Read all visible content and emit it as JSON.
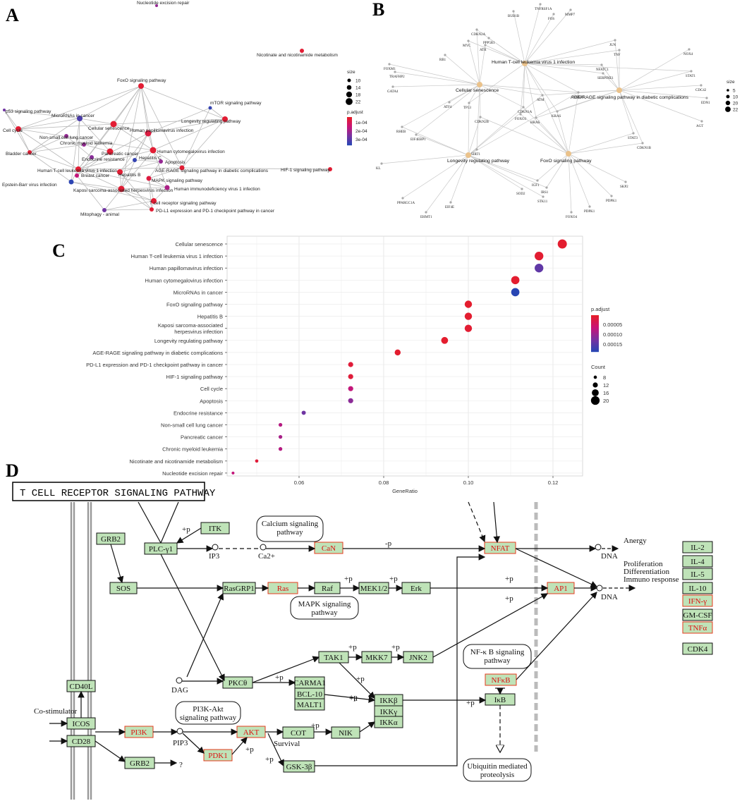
{
  "panels": {
    "a": "A",
    "b": "B",
    "c": "C",
    "d": "D"
  },
  "panel_a": {
    "legend_size_title": "size",
    "legend_sizes": [
      "10",
      "14",
      "18",
      "22"
    ],
    "legend_p_title": "p.adjust",
    "legend_p_ticks": [
      "1e-04",
      "2e-04",
      "3e-04"
    ],
    "nodes": [
      "Nucleotide excision repair",
      "Nicotinate and nicotinamide metabolism",
      "FoxO signaling pathway",
      "mTOR signaling pathway",
      "p53 signaling pathway",
      "MicroRNAs in cancer",
      "Longevity regulating pathway",
      "Cell cycle",
      "Cellular senescence",
      "Non-small cell lung cancer",
      "Human papillomavirus infection",
      "Chronic myeloid leukemia",
      "Bladder cancer",
      "Endocrine resistance",
      "Pancreatic cancer",
      "Human cytomegalovirus infection",
      "Hepatitis C",
      "Apoptosis",
      "AGE-RAGE signaling pathway in diabetic complications",
      "Human T-cell leukemia virus 1 infection",
      "Hepatitis B",
      "HIF-1 signaling pathway",
      "Breast cancer",
      "MAPK signaling pathway",
      "Epstein-Barr virus infection",
      "Kaposi sarcoma-associated herpesvirus infection",
      "Human immunodeficiency virus 1 infection",
      "T cell receptor signaling pathway",
      "Mitophagy - animal",
      "PD-L1 expression and PD-1 checkpoint pathway in cancer"
    ]
  },
  "panel_b": {
    "legend_size_title": "size",
    "legend_sizes": [
      "5",
      "10",
      "20",
      "22"
    ],
    "pathways": [
      "Human T-cell leukemia virus 1 infection",
      "Cellular senescence",
      "AGE/RAGE signaling pathway in diabetic complications",
      "Longevity regulating pathway",
      "FoxO signaling pathway"
    ],
    "genes": [
      "BUB1B",
      "TNFRSF1A",
      "FOS",
      "MMP7",
      "CDKN2A",
      "PPP5R1",
      "MYC",
      "ATR",
      "JUN",
      "TNF",
      "NOX4",
      "RB1",
      "NFATC1",
      "SERPINE1",
      "STAT1",
      "FOXM1",
      "TRAFHP2",
      "CDC42",
      "EDN1",
      "GATA4",
      "NFKB1",
      "ATM",
      "TP53",
      "ATF4",
      "CDKN2B",
      "CDKN1A",
      "KRAS",
      "AGT",
      "RHEB",
      "FOXO3",
      "HRAS",
      "EIF4EBP1",
      "STAT3",
      "CDKN1B",
      "SIRT1",
      "KL",
      "IGF1",
      "SOD2",
      "IRS1",
      "SKP2",
      "PPARGC1A",
      "STK11",
      "PDPK1",
      "EHMT1",
      "EIF4E",
      "PDPK1",
      "FOXO4"
    ]
  },
  "chart_data": {
    "type": "scatter",
    "xlabel": "GeneRatio",
    "ylabel": "",
    "xlim": [
      0.043,
      0.127
    ],
    "xticks": [
      "0.06",
      "0.08",
      "0.10",
      "0.12"
    ],
    "color_legend_title": "p.adjust",
    "color_legend_ticks": [
      "0.00005",
      "0.00010",
      "0.00015"
    ],
    "size_legend_title": "Count",
    "size_legend_values": [
      "8",
      "12",
      "16",
      "20"
    ],
    "grid": true,
    "points": [
      {
        "label": "Cellular senescence",
        "x": 0.1222,
        "count": 21,
        "p": 5e-06
      },
      {
        "label": "Human T-cell leukemia virus 1 infection",
        "x": 0.1167,
        "count": 20,
        "p": 7e-06
      },
      {
        "label": "Human papillomavirus infection",
        "x": 0.1167,
        "count": 20,
        "p": 0.00013
      },
      {
        "label": "Human cytomegalovirus infection",
        "x": 0.1111,
        "count": 19,
        "p": 6e-06
      },
      {
        "label": "MicroRNAs in cancer",
        "x": 0.1111,
        "count": 19,
        "p": 0.00017
      },
      {
        "label": "FoxO signaling pathway",
        "x": 0.1,
        "count": 17,
        "p": 4e-06
      },
      {
        "label": "Hepatitis B",
        "x": 0.1,
        "count": 17,
        "p": 6e-06
      },
      {
        "label": "Kaposi sarcoma-associated\nherpesvirus infection",
        "x": 0.1,
        "count": 17,
        "p": 8e-06
      },
      {
        "label": "Longevity regulating pathway",
        "x": 0.0944,
        "count": 16,
        "p": 4e-06
      },
      {
        "label": "AGE-RAGE signaling pathway in diabetic complications",
        "x": 0.0833,
        "count": 14,
        "p": 5e-06
      },
      {
        "label": "PD-L1 expression and PD-1 checkpoint pathway in cancer",
        "x": 0.0722,
        "count": 12,
        "p": 1.2e-05
      },
      {
        "label": "HIF-1 signaling pathway",
        "x": 0.0722,
        "count": 12,
        "p": 1.3e-05
      },
      {
        "label": "Cell cycle",
        "x": 0.0722,
        "count": 12,
        "p": 6e-05
      },
      {
        "label": "Apoptosis",
        "x": 0.0722,
        "count": 12,
        "p": 0.0001
      },
      {
        "label": "Endocrine resistance",
        "x": 0.0611,
        "count": 10,
        "p": 0.00012
      },
      {
        "label": "Non-small cell lung cancer",
        "x": 0.0556,
        "count": 9,
        "p": 7e-05
      },
      {
        "label": "Pancreatic cancer",
        "x": 0.0556,
        "count": 9,
        "p": 8e-05
      },
      {
        "label": "Chronic myeloid leukemia",
        "x": 0.0556,
        "count": 9,
        "p": 7e-05
      },
      {
        "label": "Nicotinate and nicotinamide metabolism",
        "x": 0.05,
        "count": 8,
        "p": 1.2e-05
      },
      {
        "label": "Nucleotide excision repair",
        "x": 0.0444,
        "count": 7,
        "p": 6e-05
      }
    ]
  },
  "panel_d": {
    "title": "T CELL RECEPTOR SIGNALING PATHWAY",
    "calcium": "Calcium signaling\npathway",
    "mapk": "MAPK signaling\npathway",
    "nfkb_path": "NF-κ B signaling\npathway",
    "pi3k_path": "PI3K-Akt\nsignaling pathway",
    "ubiq": "Ubiquitin mediated\nproteolysis",
    "costim": "Co-stimulator",
    "survival": "Survival",
    "anergy": "Anergy",
    "prolif": "Proliferation\nDifferentiation\nImmuno response",
    "dna1": "DNA",
    "dna2": "DNA",
    "ip3": "IP3",
    "ca": "Ca2+",
    "dag": "DAG",
    "pip3": "PIP3",
    "q": "?",
    "p_minus": "-p",
    "p_plus": "+p",
    "u_plus": "+u",
    "genes_green": [
      "GRB2",
      "PLC-γ1",
      "ITK",
      "SOS",
      "RasGRP1",
      "Raf",
      "MEK1/2",
      "Erk",
      "PKCθ",
      "CARMA1",
      "BCL-10",
      "MALT1",
      "TAK1",
      "MKK7",
      "JNK2",
      "IKKβ",
      "IKKγ",
      "IKKα",
      "IκB",
      "CD40L",
      "ICOS",
      "CD28",
      "COT",
      "NIK",
      "GSK-3β",
      "GRB2"
    ],
    "genes_red": [
      "CaN",
      "NFAT",
      "Ras",
      "AP1",
      "NFκB",
      "PI3K",
      "AKT",
      "PDK1"
    ],
    "cytokines": [
      {
        "label": "IL-2",
        "red": false
      },
      {
        "label": "IL-4",
        "red": false
      },
      {
        "label": "IL-5",
        "red": false
      },
      {
        "label": "IL-10",
        "red": false
      },
      {
        "label": "IFN-γ",
        "red": true
      },
      {
        "label": "GM-CSF",
        "red": false
      },
      {
        "label": "TNFα",
        "red": true
      },
      {
        "label": "CDK4",
        "red": false
      }
    ]
  }
}
